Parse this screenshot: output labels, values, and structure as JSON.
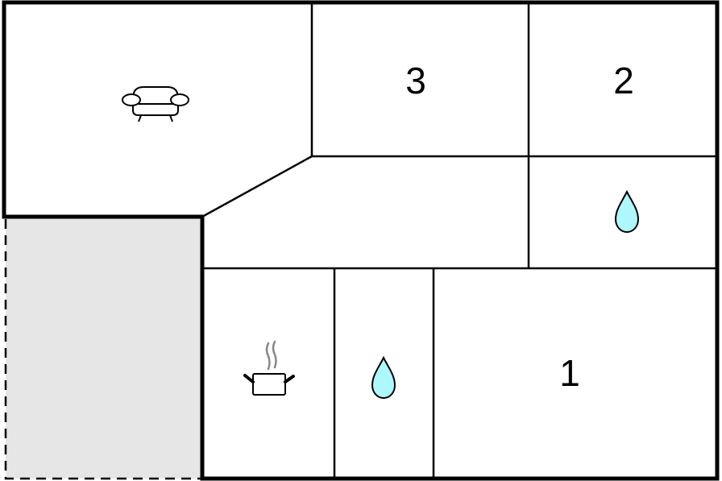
{
  "floorplan": {
    "colors": {
      "wall": "#000000",
      "background": "#ffffff",
      "outside_area": "#e6e6e6",
      "water": "#aef8fb",
      "steam": "#888888"
    },
    "rooms": [
      {
        "id": "living-room",
        "label": "",
        "icon": "sofa-icon"
      },
      {
        "id": "bedroom-3",
        "label": "3",
        "icon": ""
      },
      {
        "id": "bedroom-2",
        "label": "2",
        "icon": ""
      },
      {
        "id": "hallway",
        "label": "",
        "icon": ""
      },
      {
        "id": "bathroom-1",
        "label": "",
        "icon": "water-drop-icon"
      },
      {
        "id": "kitchen",
        "label": "",
        "icon": "cooking-pot-icon"
      },
      {
        "id": "bathroom-2",
        "label": "",
        "icon": "water-drop-icon"
      },
      {
        "id": "bedroom-1",
        "label": "1",
        "icon": ""
      },
      {
        "id": "outdoor-area",
        "label": "",
        "icon": ""
      }
    ]
  }
}
